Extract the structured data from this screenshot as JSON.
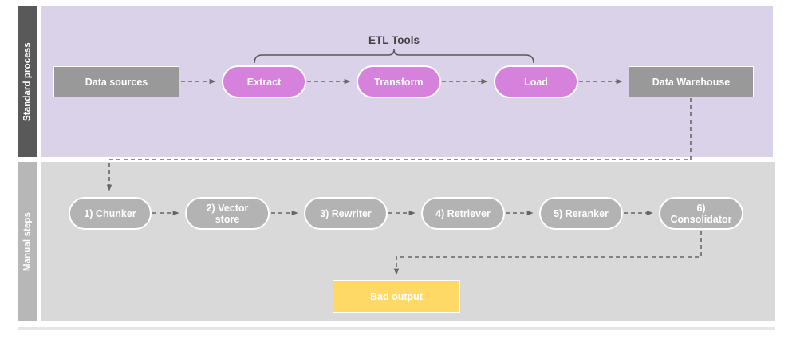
{
  "diagram": {
    "title_visible": false,
    "lanes": [
      {
        "id": "standard-process",
        "label": "Standard process",
        "label_bg": "#595959",
        "body_bg": "#d9d2e9"
      },
      {
        "id": "manual-steps",
        "label": "Manual steps",
        "label_bg": "#b7b7b7",
        "body_bg": "#d9d9d9"
      }
    ],
    "annotations": [
      {
        "id": "etl-bracket",
        "label": "ETL Tools",
        "color": "#434343",
        "spans": [
          "Extract",
          "Transform",
          "Load"
        ]
      }
    ],
    "standard_nodes": [
      {
        "id": "data-sources",
        "label": "Data sources",
        "shape": "rect",
        "color": "#999999"
      },
      {
        "id": "extract",
        "label": "Extract",
        "shape": "pill",
        "color": "#d682dd"
      },
      {
        "id": "transform",
        "label": "Transform",
        "shape": "pill",
        "color": "#d682dd"
      },
      {
        "id": "load",
        "label": "Load",
        "shape": "pill",
        "color": "#d682dd"
      },
      {
        "id": "data-warehouse",
        "label": "Data Warehouse",
        "shape": "rect",
        "color": "#999999"
      }
    ],
    "manual_nodes": [
      {
        "id": "chunker",
        "label": "1) Chunker",
        "shape": "pill",
        "color": "#b3b3b3"
      },
      {
        "id": "vector-store",
        "label": "2) Vector store",
        "shape": "pill",
        "color": "#b3b3b3"
      },
      {
        "id": "rewriter",
        "label": "3) Rewriter",
        "shape": "pill",
        "color": "#b3b3b3"
      },
      {
        "id": "retriever",
        "label": "4) Retriever",
        "shape": "pill",
        "color": "#b3b3b3"
      },
      {
        "id": "reranker",
        "label": "5) Reranker",
        "shape": "pill",
        "color": "#b3b3b3"
      },
      {
        "id": "consolidator",
        "label": "6) Consolidator",
        "shape": "pill",
        "color": "#b3b3b3"
      }
    ],
    "output_nodes": [
      {
        "id": "bad-output",
        "label": "Bad output",
        "shape": "rect",
        "color": "#ffd966"
      }
    ],
    "edges": [
      {
        "from": "data-sources",
        "to": "extract",
        "style": "dashed",
        "arrow": true
      },
      {
        "from": "extract",
        "to": "transform",
        "style": "dashed",
        "arrow": true
      },
      {
        "from": "transform",
        "to": "load",
        "style": "dashed",
        "arrow": true
      },
      {
        "from": "load",
        "to": "data-warehouse",
        "style": "dashed",
        "arrow": true
      },
      {
        "from": "data-warehouse",
        "to": "chunker",
        "style": "dashed",
        "arrow": true
      },
      {
        "from": "chunker",
        "to": "vector-store",
        "style": "dashed",
        "arrow": true
      },
      {
        "from": "vector-store",
        "to": "rewriter",
        "style": "dashed",
        "arrow": true
      },
      {
        "from": "rewriter",
        "to": "retriever",
        "style": "dashed",
        "arrow": true
      },
      {
        "from": "retriever",
        "to": "reranker",
        "style": "dashed",
        "arrow": true
      },
      {
        "from": "reranker",
        "to": "consolidator",
        "style": "dashed",
        "arrow": true
      },
      {
        "from": "consolidator",
        "to": "bad-output",
        "style": "dashed",
        "arrow": true
      }
    ],
    "colors": {
      "edge": "#666666",
      "node_border": "#ffffff",
      "page_bg": "#ffffff",
      "footer_rule": "#e6e6e6"
    }
  }
}
